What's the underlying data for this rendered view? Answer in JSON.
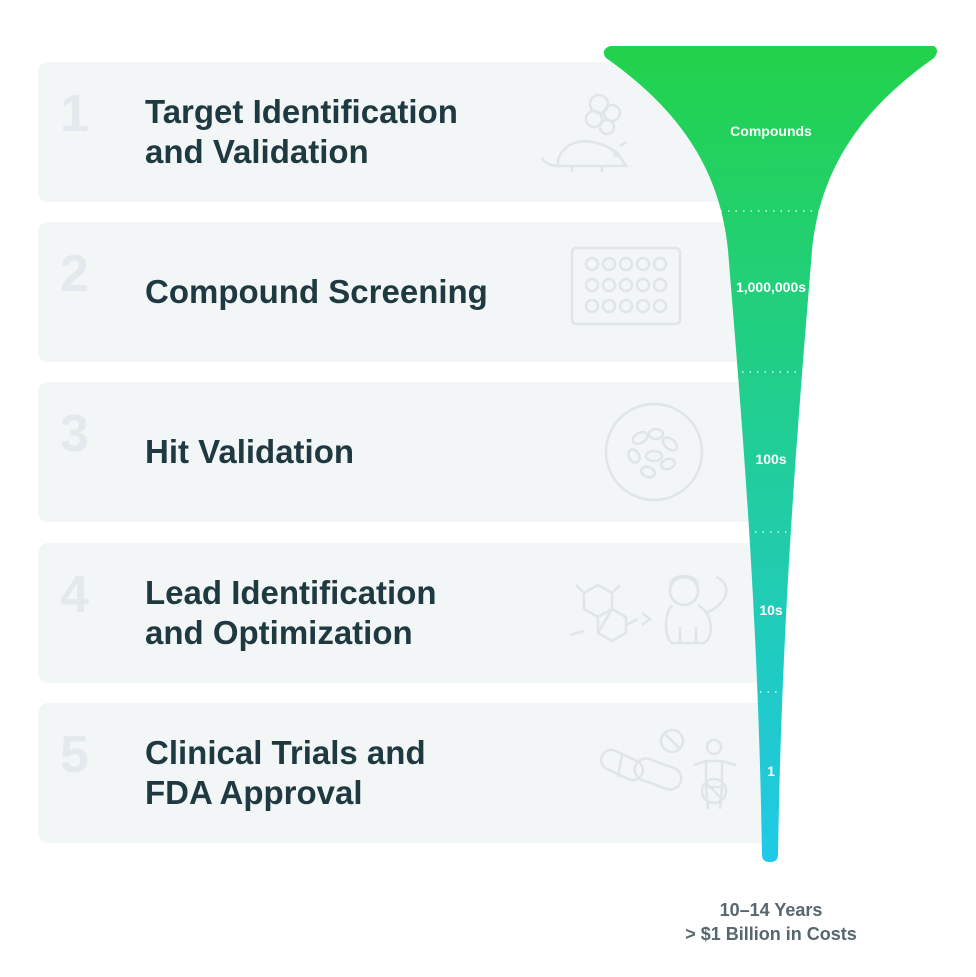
{
  "stages": [
    {
      "number": "1",
      "title": [
        "Target Identification",
        "and Validation"
      ],
      "icon": "mouse-molecule-icon"
    },
    {
      "number": "2",
      "title": [
        "Compound Screening"
      ],
      "icon": "well-plate-icon"
    },
    {
      "number": "3",
      "title": [
        "Hit Validation"
      ],
      "icon": "petri-dish-icon"
    },
    {
      "number": "4",
      "title": [
        "Lead Identification",
        "and Optimization"
      ],
      "icon": "molecule-monkey-icon"
    },
    {
      "number": "5",
      "title": [
        "Clinical Trials and",
        "FDA Approval"
      ],
      "icon": "pills-person-icon"
    }
  ],
  "funnel": {
    "levels": [
      "Compounds",
      "1,000,000s",
      "100s",
      "10s",
      "1"
    ],
    "color_top": "#22d24a",
    "color_bottom": "#20c9e8"
  },
  "footer": {
    "line1": "10–14 Years",
    "line2": "> $1 Billion in Costs"
  }
}
